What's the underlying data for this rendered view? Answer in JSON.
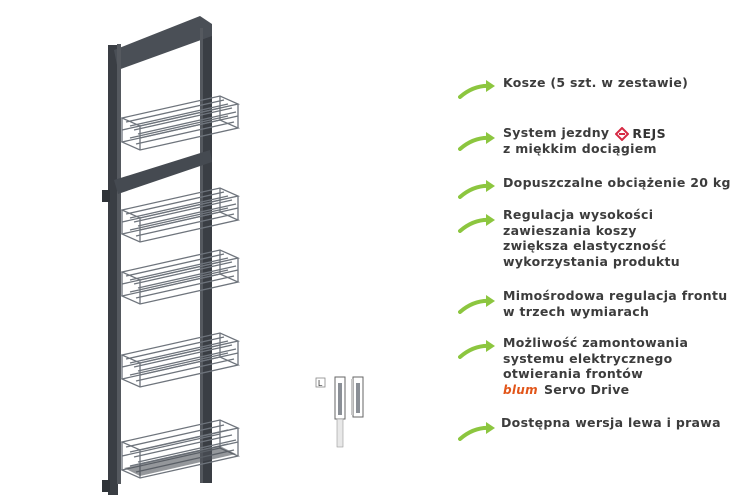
{
  "features": [
    {
      "lines": [
        "Kosze  (5 szt. w zestawie)"
      ]
    },
    {
      "lines": [
        "System jezdny",
        "z miękkim dociągiem"
      ],
      "brand": "REJS"
    },
    {
      "lines": [
        "Dopuszczalne obciążenie 20 kg"
      ]
    },
    {
      "lines": [
        "Regulacja wysokości",
        "zawieszania koszy",
        "zwiększa elastyczność",
        "wykorzystania produktu"
      ]
    },
    {
      "lines": [
        "Mimośrodowa regulacja frontu",
        "w trzech wymiarach"
      ]
    },
    {
      "lines": [
        "Możliwość zamontowania",
        "systemu elektrycznego",
        "otwierania frontów",
        "Servo Drive"
      ],
      "brand": "blum"
    },
    {
      "lines": [
        "Dostępna wersja lewa i prawa"
      ]
    }
  ],
  "mini_label": "L",
  "colors": {
    "accent": "#8cc63f",
    "frame": "#3a3e44",
    "basket": "#6e747c",
    "rejs": "#d62a44",
    "blum": "#e2561a"
  },
  "icons": [
    "arrow-icon",
    "rejs-logo-icon",
    "blum-logo-icon"
  ]
}
